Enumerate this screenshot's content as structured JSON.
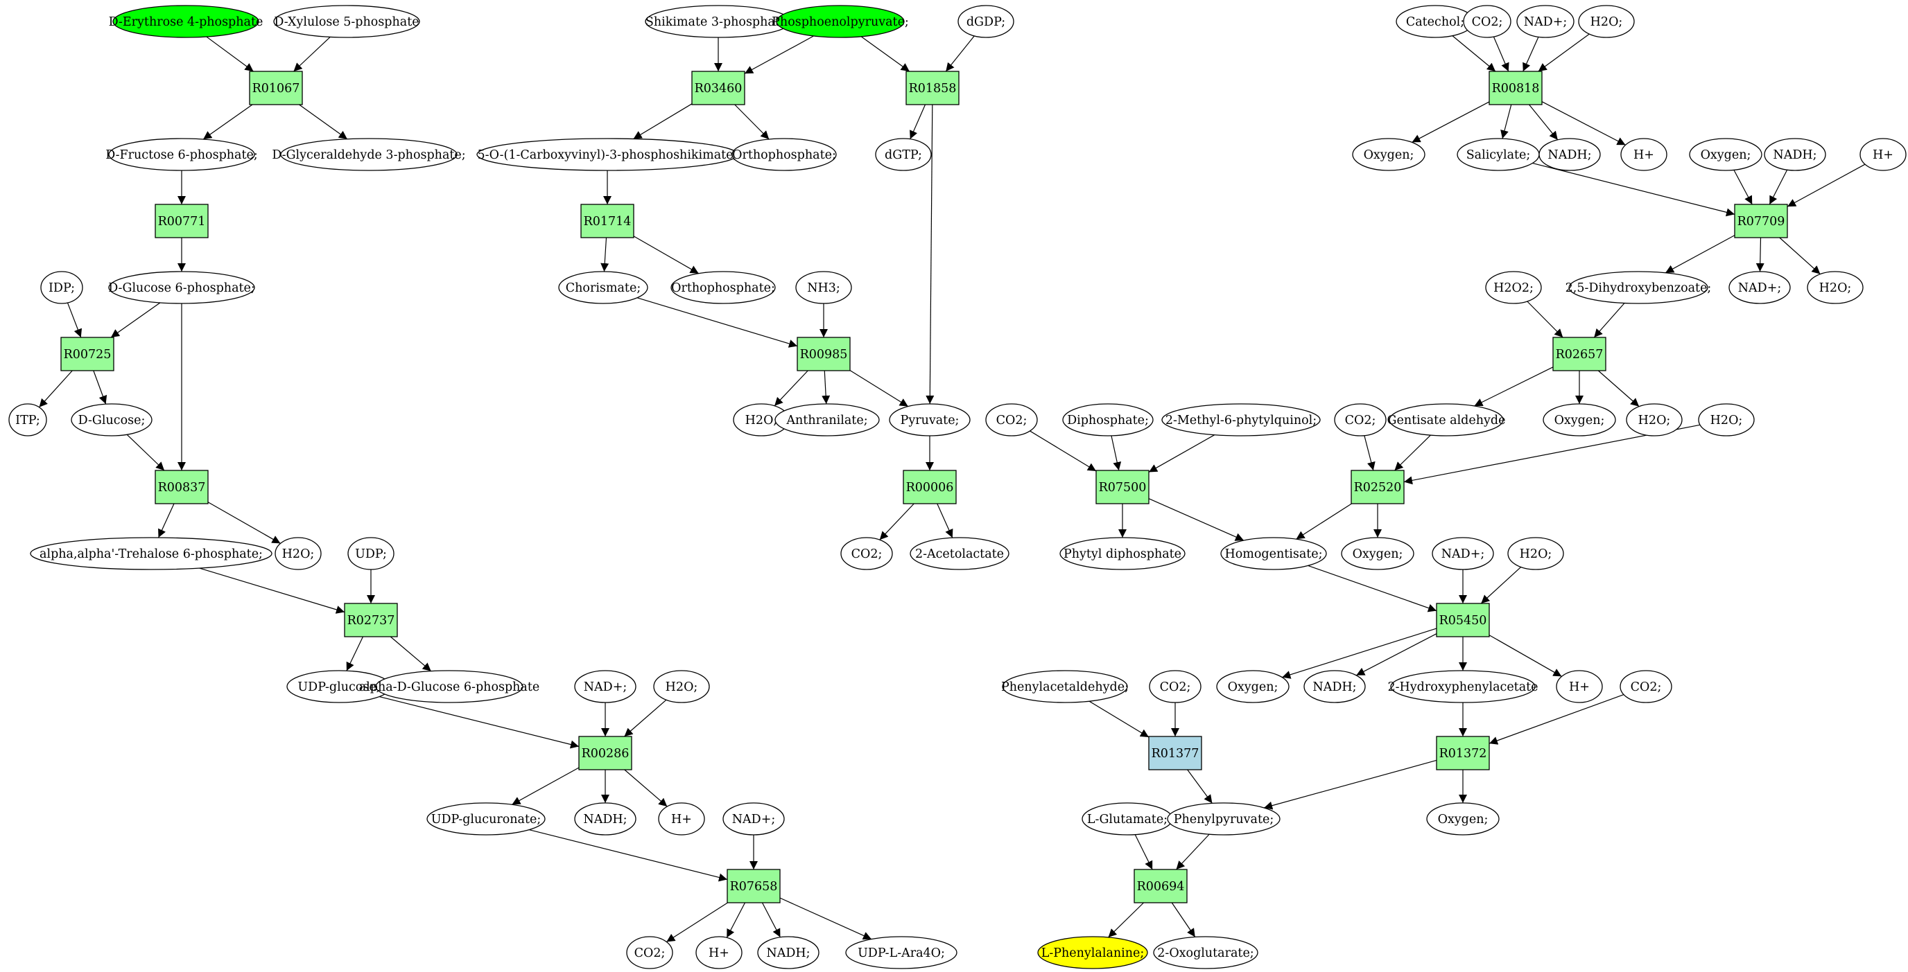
{
  "colors": {
    "reaction": "#98fb98",
    "reaction_alt": "#add8e6",
    "start": "#00ff00",
    "target": "#ffff00",
    "node": "#ffffff",
    "stroke": "#000000"
  },
  "nodes": [
    {
      "id": "c1",
      "type": "compound",
      "label": "D-Erythrose 4-phosphate",
      "fill": "start"
    },
    {
      "id": "c2",
      "type": "compound",
      "label": "D-Xylulose 5-phosphate"
    },
    {
      "id": "r1",
      "type": "reaction",
      "label": "R01067"
    },
    {
      "id": "c3",
      "type": "compound",
      "label": "D-Fructose 6-phosphate;"
    },
    {
      "id": "c4",
      "type": "compound",
      "label": "D-Glyceraldehyde 3-phosphate;"
    },
    {
      "id": "r2",
      "type": "reaction",
      "label": "R00771"
    },
    {
      "id": "c5",
      "type": "compound",
      "label": "IDP;"
    },
    {
      "id": "c6",
      "type": "compound",
      "label": "D-Glucose 6-phosphate;"
    },
    {
      "id": "r3",
      "type": "reaction",
      "label": "R00725"
    },
    {
      "id": "c7",
      "type": "compound",
      "label": "ITP;"
    },
    {
      "id": "c8",
      "type": "compound",
      "label": "D-Glucose;"
    },
    {
      "id": "r4",
      "type": "reaction",
      "label": "R00837"
    },
    {
      "id": "c9",
      "type": "compound",
      "label": "alpha,alpha'-Trehalose 6-phosphate;"
    },
    {
      "id": "c10",
      "type": "compound",
      "label": "H2O;"
    },
    {
      "id": "c11",
      "type": "compound",
      "label": "UDP;"
    },
    {
      "id": "r5",
      "type": "reaction",
      "label": "R02737"
    },
    {
      "id": "c12",
      "type": "compound",
      "label": "UDP-glucose;"
    },
    {
      "id": "c13",
      "type": "compound",
      "label": "alpha-D-Glucose 6-phosphate"
    },
    {
      "id": "c14",
      "type": "compound",
      "label": "NAD+;"
    },
    {
      "id": "c15",
      "type": "compound",
      "label": "H2O;"
    },
    {
      "id": "r6",
      "type": "reaction",
      "label": "R00286"
    },
    {
      "id": "c16",
      "type": "compound",
      "label": "UDP-glucuronate;"
    },
    {
      "id": "c17",
      "type": "compound",
      "label": "NADH;"
    },
    {
      "id": "c18",
      "type": "compound",
      "label": "H+"
    },
    {
      "id": "c19",
      "type": "compound",
      "label": "NAD+;"
    },
    {
      "id": "r7",
      "type": "reaction",
      "label": "R07658"
    },
    {
      "id": "c20",
      "type": "compound",
      "label": "CO2;"
    },
    {
      "id": "c21",
      "type": "compound",
      "label": "H+"
    },
    {
      "id": "c22",
      "type": "compound",
      "label": "NADH;"
    },
    {
      "id": "c23",
      "type": "compound",
      "label": "UDP-L-Ara4O;"
    },
    {
      "id": "c24",
      "type": "compound",
      "label": "Shikimate 3-phosphate;"
    },
    {
      "id": "c25",
      "type": "compound",
      "label": "Phosphoenolpyruvate;",
      "fill": "start"
    },
    {
      "id": "c26",
      "type": "compound",
      "label": "dGDP;"
    },
    {
      "id": "r8",
      "type": "reaction",
      "label": "R03460"
    },
    {
      "id": "r9",
      "type": "reaction",
      "label": "R01858"
    },
    {
      "id": "c27",
      "type": "compound",
      "label": "5-O-(1-Carboxyvinyl)-3-phosphoshikimate;"
    },
    {
      "id": "c28",
      "type": "compound",
      "label": "Orthophosphate;"
    },
    {
      "id": "c29",
      "type": "compound",
      "label": "dGTP;"
    },
    {
      "id": "r10",
      "type": "reaction",
      "label": "R01714"
    },
    {
      "id": "c30",
      "type": "compound",
      "label": "Chorismate;"
    },
    {
      "id": "c31",
      "type": "compound",
      "label": "Orthophosphate;"
    },
    {
      "id": "c32",
      "type": "compound",
      "label": "NH3;"
    },
    {
      "id": "r11",
      "type": "reaction",
      "label": "R00985"
    },
    {
      "id": "c33",
      "type": "compound",
      "label": "H2O;"
    },
    {
      "id": "c34",
      "type": "compound",
      "label": "Anthranilate;"
    },
    {
      "id": "c35",
      "type": "compound",
      "label": "Pyruvate;"
    },
    {
      "id": "r12",
      "type": "reaction",
      "label": "R00006"
    },
    {
      "id": "c36",
      "type": "compound",
      "label": "CO2;"
    },
    {
      "id": "c37",
      "type": "compound",
      "label": "2-Acetolactate"
    },
    {
      "id": "c38",
      "type": "compound",
      "label": "Catechol;"
    },
    {
      "id": "c39",
      "type": "compound",
      "label": "CO2;"
    },
    {
      "id": "c40",
      "type": "compound",
      "label": "NAD+;"
    },
    {
      "id": "c41",
      "type": "compound",
      "label": "H2O;"
    },
    {
      "id": "r13",
      "type": "reaction",
      "label": "R00818"
    },
    {
      "id": "c42",
      "type": "compound",
      "label": "Oxygen;"
    },
    {
      "id": "c43",
      "type": "compound",
      "label": "Salicylate;"
    },
    {
      "id": "c44",
      "type": "compound",
      "label": "NADH;"
    },
    {
      "id": "c45",
      "type": "compound",
      "label": "H+"
    },
    {
      "id": "c46",
      "type": "compound",
      "label": "Oxygen;"
    },
    {
      "id": "c47",
      "type": "compound",
      "label": "NADH;"
    },
    {
      "id": "c48",
      "type": "compound",
      "label": "H+"
    },
    {
      "id": "r14",
      "type": "reaction",
      "label": "R07709"
    },
    {
      "id": "c49",
      "type": "compound",
      "label": "H2O2;"
    },
    {
      "id": "c50",
      "type": "compound",
      "label": "2,5-Dihydroxybenzoate;"
    },
    {
      "id": "c51",
      "type": "compound",
      "label": "NAD+;"
    },
    {
      "id": "c52",
      "type": "compound",
      "label": "H2O;"
    },
    {
      "id": "r15",
      "type": "reaction",
      "label": "R02657"
    },
    {
      "id": "c53",
      "type": "compound",
      "label": "Gentisate aldehyde"
    },
    {
      "id": "c54",
      "type": "compound",
      "label": "Oxygen;"
    },
    {
      "id": "c55",
      "type": "compound",
      "label": "H2O;"
    },
    {
      "id": "c56",
      "type": "compound",
      "label": "CO2;"
    },
    {
      "id": "c57",
      "type": "compound",
      "label": "H2O;"
    },
    {
      "id": "c58",
      "type": "compound",
      "label": "CO2;"
    },
    {
      "id": "c59",
      "type": "compound",
      "label": "Diphosphate;"
    },
    {
      "id": "c60",
      "type": "compound",
      "label": "2-Methyl-6-phytylquinol;"
    },
    {
      "id": "r16",
      "type": "reaction",
      "label": "R07500"
    },
    {
      "id": "r17",
      "type": "reaction",
      "label": "R02520"
    },
    {
      "id": "c61",
      "type": "compound",
      "label": "Phytyl diphosphate"
    },
    {
      "id": "c62",
      "type": "compound",
      "label": "Homogentisate;"
    },
    {
      "id": "c63",
      "type": "compound",
      "label": "Oxygen;"
    },
    {
      "id": "c64",
      "type": "compound",
      "label": "NAD+;"
    },
    {
      "id": "c65",
      "type": "compound",
      "label": "H2O;"
    },
    {
      "id": "r18",
      "type": "reaction",
      "label": "R05450"
    },
    {
      "id": "c66",
      "type": "compound",
      "label": "Oxygen;"
    },
    {
      "id": "c67",
      "type": "compound",
      "label": "NADH;"
    },
    {
      "id": "c68",
      "type": "compound",
      "label": "2-Hydroxyphenylacetate"
    },
    {
      "id": "c69",
      "type": "compound",
      "label": "H+"
    },
    {
      "id": "c70",
      "type": "compound",
      "label": "Phenylacetaldehyde;"
    },
    {
      "id": "c71",
      "type": "compound",
      "label": "CO2;"
    },
    {
      "id": "c72",
      "type": "compound",
      "label": "CO2;"
    },
    {
      "id": "r19",
      "type": "reaction",
      "label": "R01377",
      "fill": "reaction_alt"
    },
    {
      "id": "r20",
      "type": "reaction",
      "label": "R01372"
    },
    {
      "id": "c73",
      "type": "compound",
      "label": "L-Glutamate;"
    },
    {
      "id": "c74",
      "type": "compound",
      "label": "Phenylpyruvate;"
    },
    {
      "id": "c75",
      "type": "compound",
      "label": "Oxygen;"
    },
    {
      "id": "r21",
      "type": "reaction",
      "label": "R00694"
    },
    {
      "id": "c76",
      "type": "compound",
      "label": "L-Phenylalanine;",
      "fill": "target"
    },
    {
      "id": "c77",
      "type": "compound",
      "label": "2-Oxoglutarate;"
    }
  ],
  "edges": [
    [
      "c1",
      "r1"
    ],
    [
      "c2",
      "r1"
    ],
    [
      "r1",
      "c3"
    ],
    [
      "r1",
      "c4"
    ],
    [
      "c3",
      "r2"
    ],
    [
      "r2",
      "c6"
    ],
    [
      "c5",
      "r3"
    ],
    [
      "c6",
      "r3"
    ],
    [
      "r3",
      "c7"
    ],
    [
      "r3",
      "c8"
    ],
    [
      "c6",
      "r4"
    ],
    [
      "c8",
      "r4"
    ],
    [
      "r4",
      "c9"
    ],
    [
      "r4",
      "c10"
    ],
    [
      "c9",
      "r5"
    ],
    [
      "c11",
      "r5"
    ],
    [
      "r5",
      "c12"
    ],
    [
      "r5",
      "c13"
    ],
    [
      "c12",
      "r6"
    ],
    [
      "c14",
      "r6"
    ],
    [
      "c15",
      "r6"
    ],
    [
      "r6",
      "c16"
    ],
    [
      "r6",
      "c17"
    ],
    [
      "r6",
      "c18"
    ],
    [
      "c16",
      "r7"
    ],
    [
      "c19",
      "r7"
    ],
    [
      "r7",
      "c20"
    ],
    [
      "r7",
      "c21"
    ],
    [
      "r7",
      "c22"
    ],
    [
      "r7",
      "c23"
    ],
    [
      "c24",
      "r8"
    ],
    [
      "c25",
      "r8"
    ],
    [
      "c25",
      "r9"
    ],
    [
      "c26",
      "r9"
    ],
    [
      "r8",
      "c27"
    ],
    [
      "r8",
      "c28"
    ],
    [
      "r9",
      "c29"
    ],
    [
      "r9",
      "c35"
    ],
    [
      "c27",
      "r10"
    ],
    [
      "r10",
      "c30"
    ],
    [
      "r10",
      "c31"
    ],
    [
      "c30",
      "r11"
    ],
    [
      "c32",
      "r11"
    ],
    [
      "r11",
      "c33"
    ],
    [
      "r11",
      "c34"
    ],
    [
      "r11",
      "c35"
    ],
    [
      "c35",
      "r12"
    ],
    [
      "r12",
      "c36"
    ],
    [
      "r12",
      "c37"
    ],
    [
      "c38",
      "r13"
    ],
    [
      "c39",
      "r13"
    ],
    [
      "c40",
      "r13"
    ],
    [
      "c41",
      "r13"
    ],
    [
      "r13",
      "c42"
    ],
    [
      "r13",
      "c43"
    ],
    [
      "r13",
      "c44"
    ],
    [
      "r13",
      "c45"
    ],
    [
      "c43",
      "r14"
    ],
    [
      "c46",
      "r14"
    ],
    [
      "c47",
      "r14"
    ],
    [
      "c48",
      "r14"
    ],
    [
      "r14",
      "c50"
    ],
    [
      "r14",
      "c51"
    ],
    [
      "r14",
      "c52"
    ],
    [
      "c49",
      "r15"
    ],
    [
      "c50",
      "r15"
    ],
    [
      "r15",
      "c53"
    ],
    [
      "r15",
      "c54"
    ],
    [
      "r15",
      "c55"
    ],
    [
      "c56",
      "r17"
    ],
    [
      "c53",
      "r17"
    ],
    [
      "c57",
      "r17"
    ],
    [
      "c58",
      "r16"
    ],
    [
      "c59",
      "r16"
    ],
    [
      "c60",
      "r16"
    ],
    [
      "r16",
      "c61"
    ],
    [
      "r16",
      "c62"
    ],
    [
      "r17",
      "c62"
    ],
    [
      "r17",
      "c63"
    ],
    [
      "c62",
      "r18"
    ],
    [
      "c64",
      "r18"
    ],
    [
      "c65",
      "r18"
    ],
    [
      "r18",
      "c66"
    ],
    [
      "r18",
      "c67"
    ],
    [
      "r18",
      "c68"
    ],
    [
      "r18",
      "c69"
    ],
    [
      "c70",
      "r19"
    ],
    [
      "c71",
      "r19"
    ],
    [
      "c68",
      "r20"
    ],
    [
      "c72",
      "r20"
    ],
    [
      "r19",
      "c74"
    ],
    [
      "r20",
      "c74"
    ],
    [
      "r20",
      "c75"
    ],
    [
      "c73",
      "r21"
    ],
    [
      "c74",
      "r21"
    ],
    [
      "r21",
      "c76"
    ],
    [
      "r21",
      "c77"
    ]
  ]
}
